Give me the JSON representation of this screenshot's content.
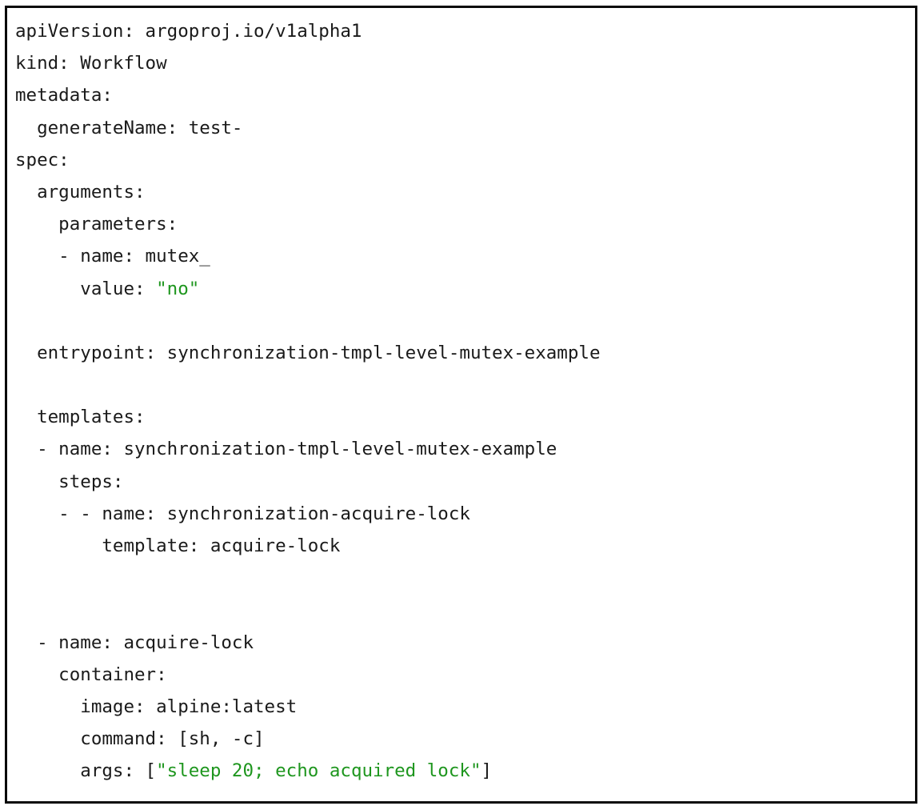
{
  "page": {
    "background": "#ffffff",
    "frame_border_color": "#0a0a0a"
  },
  "code_block": {
    "language": "yaml",
    "text_color": "#1a1a1a",
    "string_color": "#1e961e",
    "lines": [
      {
        "segments": [
          {
            "t": "apiVersion: argoproj.io/v1alpha1"
          }
        ]
      },
      {
        "segments": [
          {
            "t": "kind: Workflow"
          }
        ]
      },
      {
        "segments": [
          {
            "t": "metadata:"
          }
        ]
      },
      {
        "segments": [
          {
            "t": "  generateName: test-"
          }
        ]
      },
      {
        "segments": [
          {
            "t": "spec:"
          }
        ]
      },
      {
        "segments": [
          {
            "t": "  arguments:"
          }
        ]
      },
      {
        "segments": [
          {
            "t": "    parameters:"
          }
        ]
      },
      {
        "segments": [
          {
            "t": "    - name: mutex_"
          }
        ]
      },
      {
        "segments": [
          {
            "t": "      value: "
          },
          {
            "t": "\"no\"",
            "s": "string"
          }
        ]
      },
      {
        "segments": []
      },
      {
        "segments": [
          {
            "t": "  entrypoint: synchronization-tmpl-level-mutex-example"
          }
        ]
      },
      {
        "segments": []
      },
      {
        "segments": [
          {
            "t": "  templates:"
          }
        ]
      },
      {
        "segments": [
          {
            "t": "  - name: synchronization-tmpl-level-mutex-example"
          }
        ]
      },
      {
        "segments": [
          {
            "t": "    steps:"
          }
        ]
      },
      {
        "segments": [
          {
            "t": "    - - name: synchronization-acquire-lock"
          }
        ]
      },
      {
        "segments": [
          {
            "t": "        template: acquire-lock"
          }
        ]
      },
      {
        "segments": []
      },
      {
        "segments": []
      },
      {
        "segments": [
          {
            "t": "  - name: acquire-lock"
          }
        ]
      },
      {
        "segments": [
          {
            "t": "    container:"
          }
        ]
      },
      {
        "segments": [
          {
            "t": "      image: alpine:latest"
          }
        ]
      },
      {
        "segments": [
          {
            "t": "      command: [sh, -c]"
          }
        ]
      },
      {
        "segments": [
          {
            "t": "      args: ["
          },
          {
            "t": "\"sleep 20; echo acquired lock\"",
            "s": "string"
          },
          {
            "t": "]"
          }
        ]
      }
    ]
  }
}
